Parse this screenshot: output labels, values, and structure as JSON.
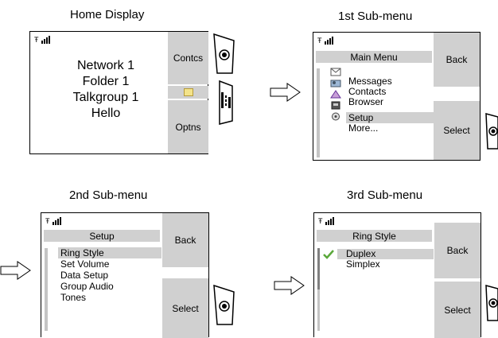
{
  "panels": {
    "home": {
      "caption": "Home Display",
      "lines": [
        "Network 1",
        "Folder 1",
        "Talkgroup 1",
        "Hello"
      ],
      "softkey_top": "Contcs",
      "softkey_bottom": "Optns"
    },
    "sub1": {
      "caption": "1st Sub-menu",
      "title": "Main Menu",
      "items": [
        "Messages",
        "Contacts",
        "Browser",
        "Setup",
        "More..."
      ],
      "selected_index": 3,
      "softkey_top": "Back",
      "softkey_bottom": "Select"
    },
    "sub2": {
      "caption": "2nd Sub-menu",
      "title": "Setup",
      "items": [
        "Ring Style",
        "Set Volume",
        "Data Setup",
        "Group Audio",
        "Tones"
      ],
      "selected_index": 0,
      "softkey_top": "Back",
      "softkey_bottom": "Select"
    },
    "sub3": {
      "caption": "3rd Sub-menu",
      "title": "Ring Style",
      "items": [
        "Duplex",
        "Simplex"
      ],
      "selected_index": 0,
      "checked_index": 0,
      "softkey_top": "Back",
      "softkey_bottom": "Select"
    }
  },
  "colors": {
    "softkey_gray": "#d0d0d0",
    "check_green": "#5aa83a",
    "note_yellow": "#f3e38a"
  },
  "icons": [
    "signal-strength-icon",
    "arrow-right-icon",
    "phone-button-icon",
    "envelope-icon",
    "contacts-icon",
    "browser-icon",
    "setup-icon",
    "more-icon",
    "checkmark-icon",
    "radio-side-icon",
    "note-icon"
  ]
}
